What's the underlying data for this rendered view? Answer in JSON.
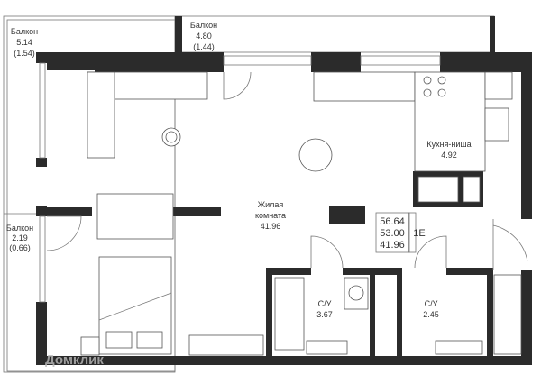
{
  "rooms": {
    "balcony_left_top": {
      "name": "Балкон",
      "area": "5.14",
      "area_coef": "(1.54)"
    },
    "balcony_top": {
      "name": "Балкон",
      "area": "4.80",
      "area_coef": "(1.44)"
    },
    "balcony_left_bottom": {
      "name": "Балкон",
      "area": "2.19",
      "area_coef": "(0.66)"
    },
    "kitchen": {
      "name": "Кухня-ниша",
      "area": "4.92"
    },
    "living": {
      "name_line1": "Жилая",
      "name_line2": "комната",
      "area": "41.96"
    },
    "bath1": {
      "name": "С/У",
      "area": "3.67"
    },
    "bath2": {
      "name": "С/У",
      "area": "2.45"
    }
  },
  "summary": {
    "total": "56.64",
    "without_balcony": "53.00",
    "living": "41.96",
    "type": "1Е"
  },
  "watermark": "Домклик"
}
